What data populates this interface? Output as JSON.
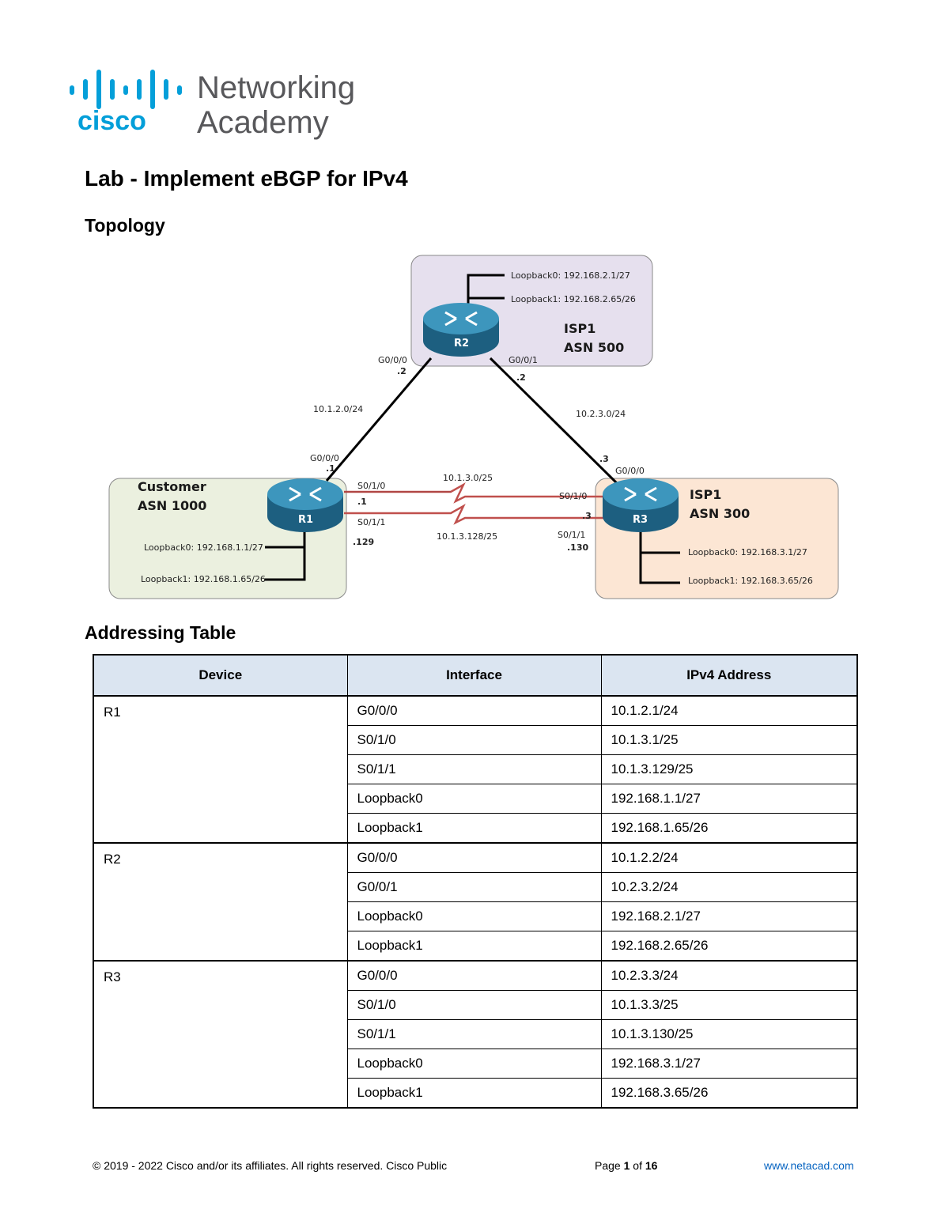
{
  "logo": {
    "wordmark": "cisco",
    "line1": "Networking",
    "line2": "Academy",
    "color": "#049fd9",
    "text_color": "#58585b"
  },
  "title": "Lab - Implement eBGP for IPv4",
  "topology_heading": "Topology",
  "addressing_heading": "Addressing Table",
  "topology": {
    "colors": {
      "isp1_zone": "#e6e0ee",
      "customer_zone": "#ebf0df",
      "isp3_zone": "#fce6d4",
      "router": "#2a7fa6",
      "serial_link": "#c0504d",
      "ethernet_link": "#000000"
    },
    "r2": {
      "name": "R2",
      "zone_line1": "ISP1",
      "zone_line2": "ASN 500",
      "loopback0": "Loopback0: 192.168.2.1/27",
      "loopback1": "Loopback1: 192.168.2.65/26",
      "g000": "G0/0/0",
      "g000_host": ".2",
      "g001": "G0/0/1",
      "g001_host": ".2"
    },
    "r1": {
      "name": "R1",
      "zone_line1": "Customer",
      "zone_line2": "ASN 1000",
      "loopback0": "Loopback0: 192.168.1.1/27",
      "loopback1": "Loopback1: 192.168.1.65/26",
      "g000": "G0/0/0",
      "g000_host": ".1",
      "s010": "S0/1/0",
      "s010_host": ".1",
      "s011": "S0/1/1",
      "s011_host": ".129"
    },
    "r3": {
      "name": "R3",
      "zone_line1": "ISP1",
      "zone_line2": "ASN 300",
      "loopback0": "Loopback0: 192.168.3.1/27",
      "loopback1": "Loopback1: 192.168.3.65/26",
      "g000": "G0/0/0",
      "g000_host": ".3",
      "s010": "S0/1/0",
      "s010_host": ".3",
      "s011": "S0/1/1",
      "s011_host": ".130"
    },
    "networks": {
      "r1_r2": "10.1.2.0/24",
      "r2_r3": "10.2.3.0/24",
      "serial_top": "10.1.3.0/25",
      "serial_bottom": "10.1.3.128/25"
    }
  },
  "table": {
    "headers": [
      "Device",
      "Interface",
      "IPv4 Address"
    ],
    "groups": [
      {
        "device": "R1",
        "rows": [
          [
            "G0/0/0",
            "10.1.2.1/24"
          ],
          [
            "S0/1/0",
            "10.1.3.1/25"
          ],
          [
            "S0/1/1",
            "10.1.3.129/25"
          ],
          [
            "Loopback0",
            "192.168.1.1/27"
          ],
          [
            "Loopback1",
            "192.168.1.65/26"
          ]
        ]
      },
      {
        "device": "R2",
        "rows": [
          [
            "G0/0/0",
            "10.1.2.2/24"
          ],
          [
            "G0/0/1",
            "10.2.3.2/24"
          ],
          [
            "Loopback0",
            "192.168.2.1/27"
          ],
          [
            "Loopback1",
            "192.168.2.65/26"
          ]
        ]
      },
      {
        "device": "R3",
        "rows": [
          [
            "G0/0/0",
            "10.2.3.3/24"
          ],
          [
            "S0/1/0",
            "10.1.3.3/25"
          ],
          [
            "S0/1/1",
            "10.1.3.130/25"
          ],
          [
            "Loopback0",
            "192.168.3.1/27"
          ],
          [
            "Loopback1",
            "192.168.3.65/26"
          ]
        ]
      }
    ]
  },
  "footer": {
    "copyright": "© 2019 - 2022 Cisco and/or its affiliates. All rights reserved. Cisco Public",
    "page_prefix": "Page ",
    "page_current": "1",
    "page_of": " of ",
    "page_total": "16",
    "link": "www.netacad.com"
  }
}
